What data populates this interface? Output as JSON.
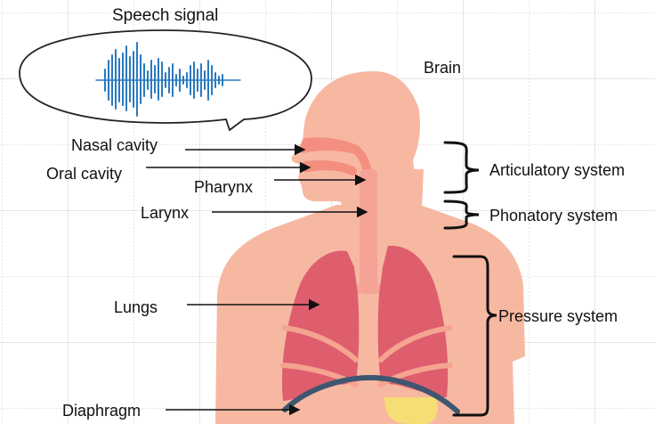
{
  "title": "Speech signal",
  "labels": {
    "brain": "Brain",
    "nasal_cavity": "Nasal cavity",
    "oral_cavity": "Oral cavity",
    "pharynx": "Pharynx",
    "larynx": "Larynx",
    "lungs": "Lungs",
    "diaphragm": "Diaphragm"
  },
  "systems": {
    "articulatory": "Articulatory system",
    "phonatory": "Phonatory system",
    "pressure": "Pressure system"
  },
  "colors": {
    "skin": "#f7b8a2",
    "lung": "#de5e6e",
    "rib": "#f4a48f",
    "diaphragm": "#3e5670",
    "waveform": "#2a7ac0",
    "stomach": "#f6dd74",
    "background_grid": "#bbbbbb"
  }
}
